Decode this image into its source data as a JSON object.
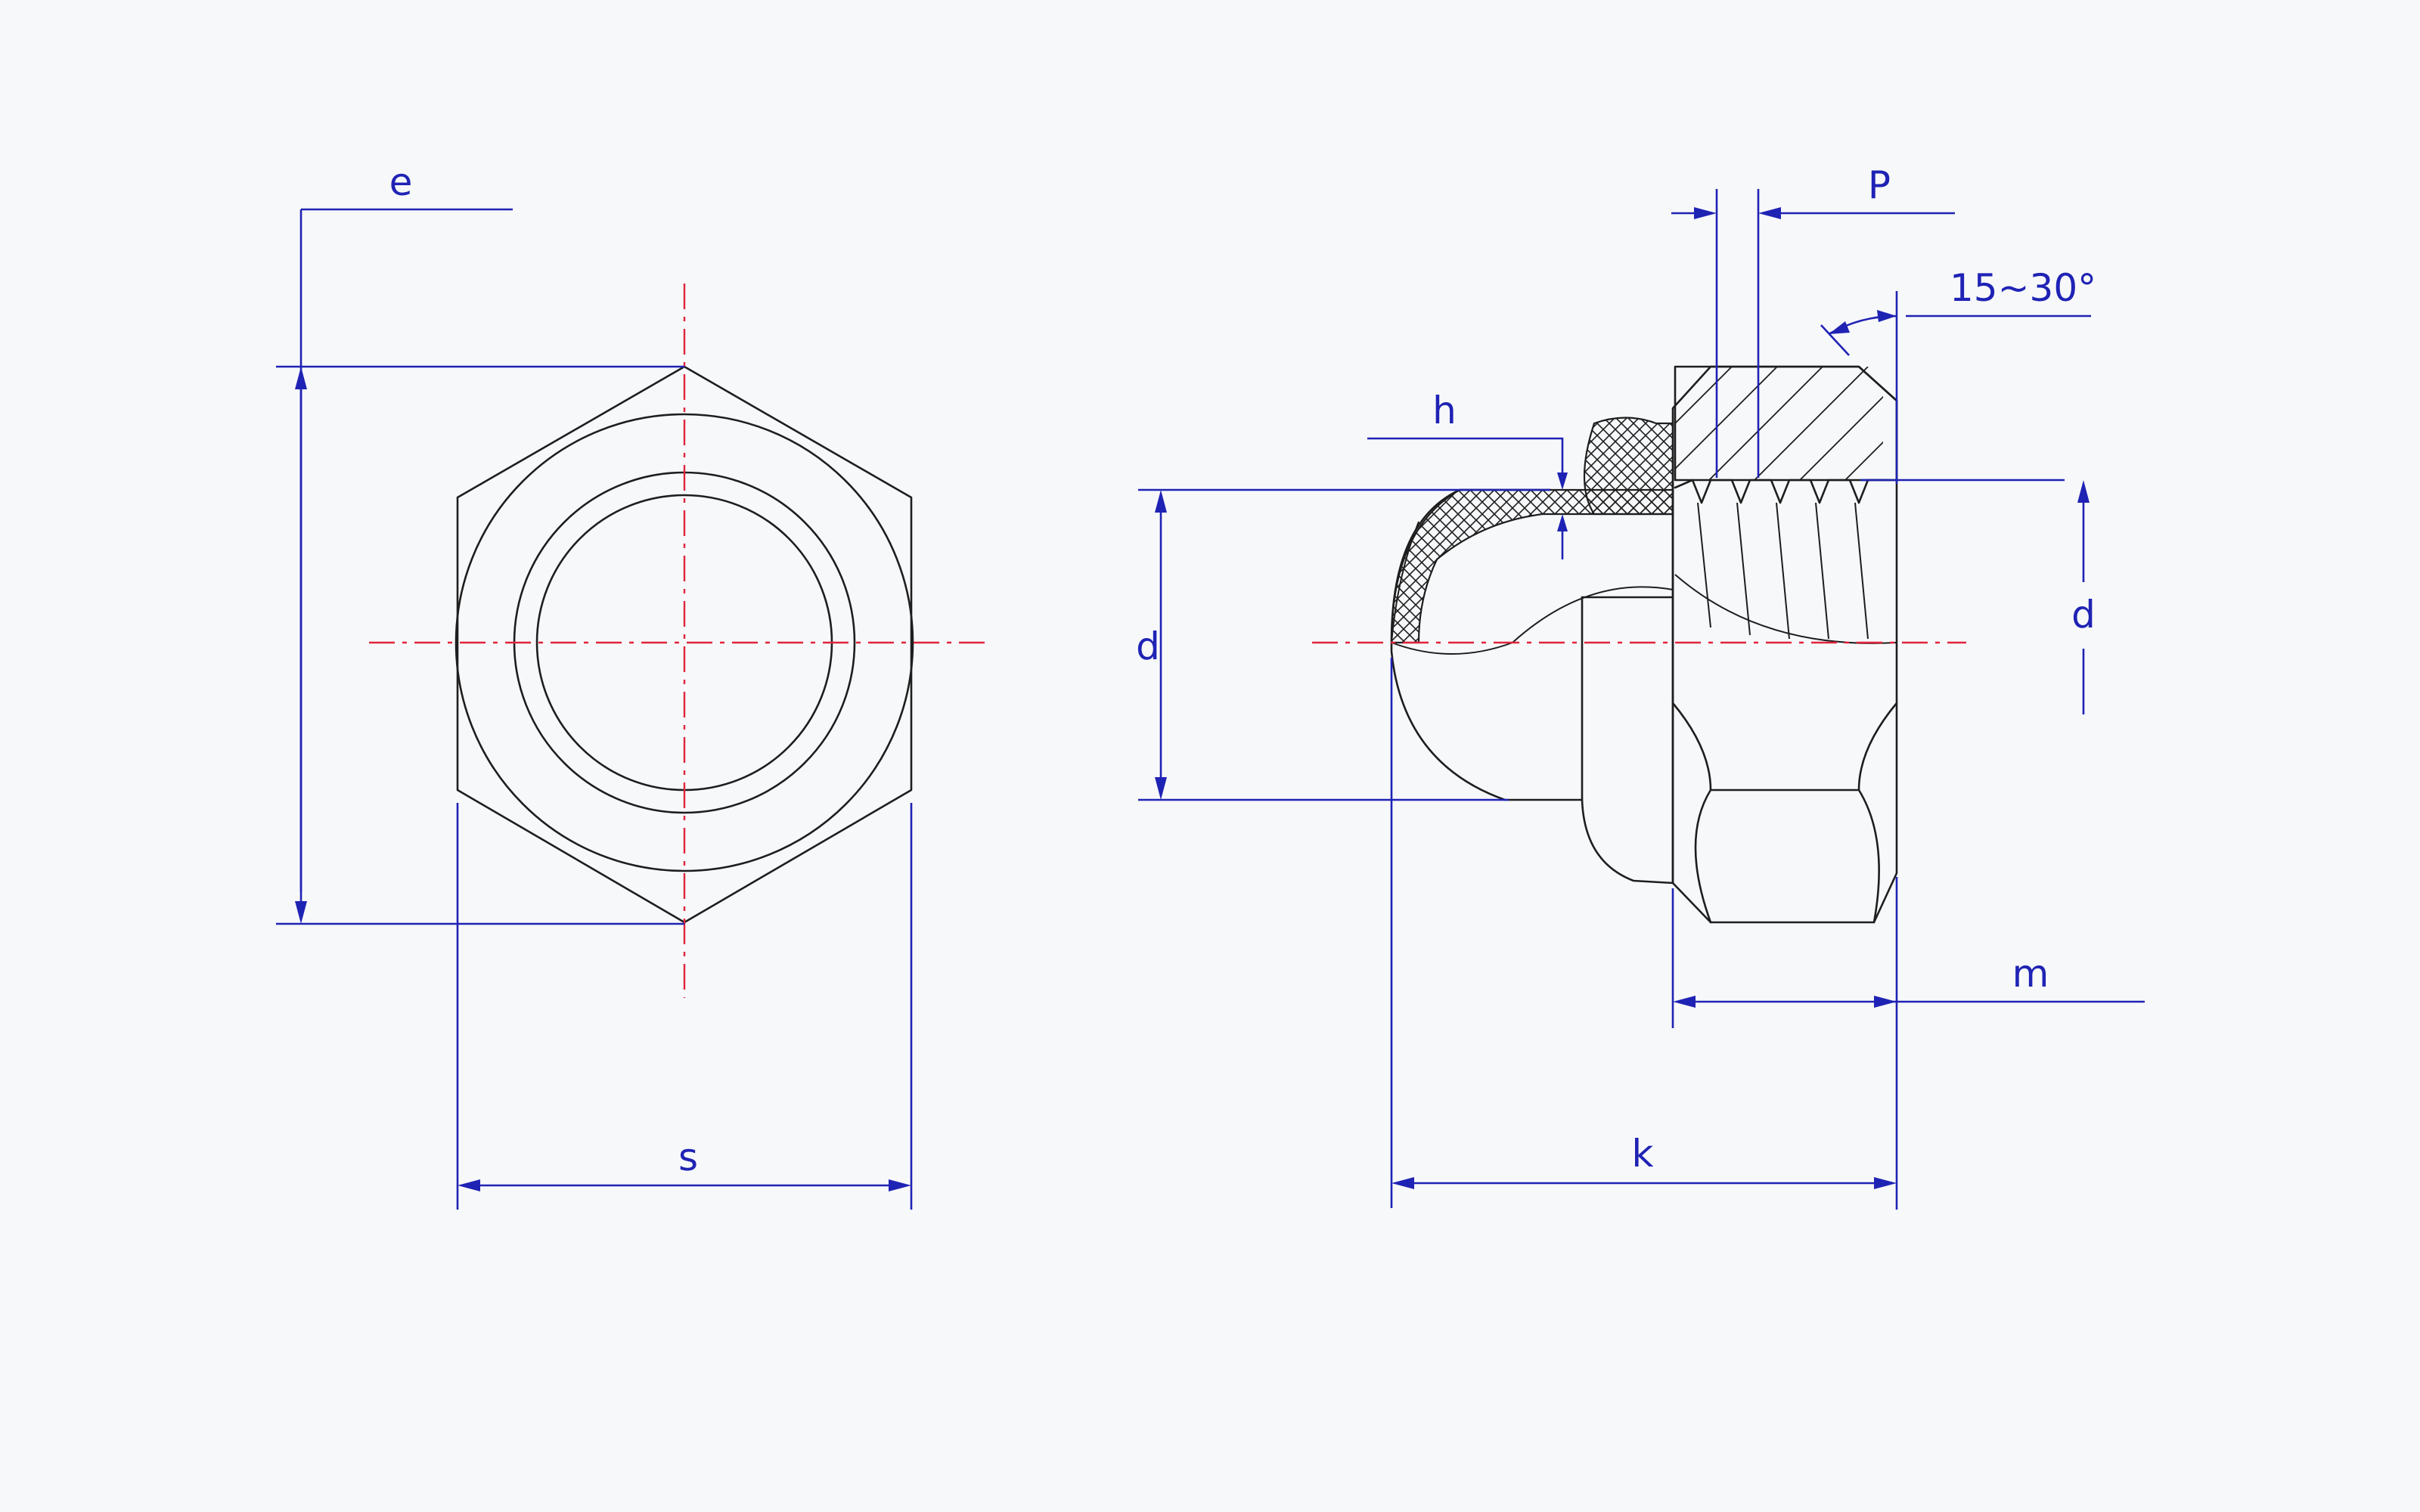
{
  "labels": {
    "e": "e",
    "s": "s",
    "h": "h",
    "d_left": "d",
    "d_right": "d",
    "p": "P",
    "angle": "15~30°",
    "m": "m",
    "k": "k"
  },
  "colors": {
    "object_lines": "#1e1e1e",
    "dimension_lines": "#1f23b4",
    "center_lines": "#e0243c",
    "background": "#f7f8fa"
  }
}
